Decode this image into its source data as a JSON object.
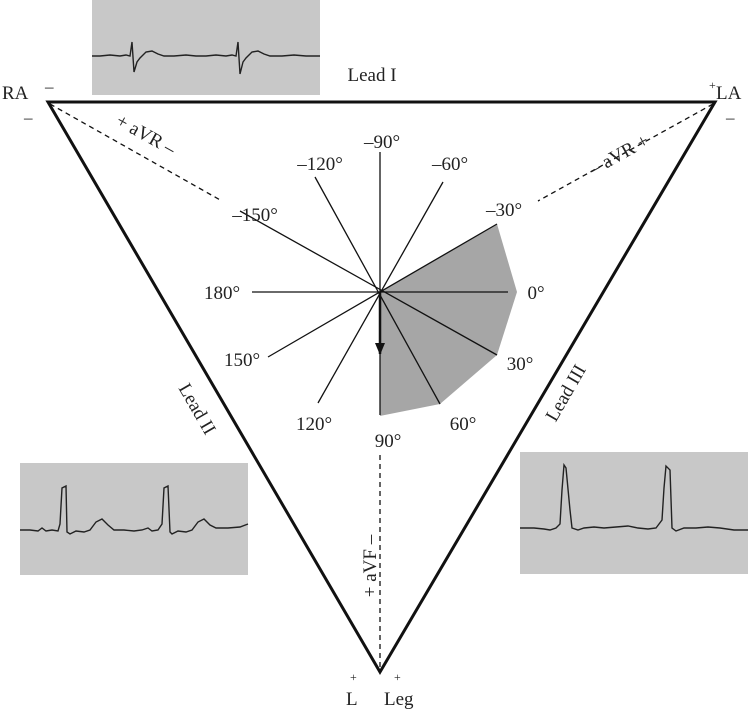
{
  "colors": {
    "ink": "#111111",
    "sector": "#a6a6a6",
    "panel": "#c8c8c8",
    "trace": "#222222"
  },
  "vertices": {
    "ra": {
      "label": "RA",
      "sign_top": "–",
      "sign_bottom": "–"
    },
    "la": {
      "label": "LA",
      "sign_top": "+",
      "sign_bottom": "–"
    },
    "leg": {
      "left_label": "L",
      "right_label": "Leg",
      "left_sign": "+",
      "right_sign": "+"
    }
  },
  "leads": {
    "lead_i": "Lead I",
    "lead_ii": "Lead II",
    "lead_iii": "Lead III",
    "avr_left": "+ aVR –",
    "avr_right": "– aVR +",
    "avf": "+ aVF –"
  },
  "angles": [
    {
      "deg": -90,
      "label": "–90°"
    },
    {
      "deg": -60,
      "label": "–60°"
    },
    {
      "deg": -30,
      "label": "–30°"
    },
    {
      "deg": 0,
      "label": "0°"
    },
    {
      "deg": 30,
      "label": "30°"
    },
    {
      "deg": 60,
      "label": "60°"
    },
    {
      "deg": 90,
      "label": "90°"
    },
    {
      "deg": 120,
      "label": "120°"
    },
    {
      "deg": 150,
      "label": "150°"
    },
    {
      "deg": 180,
      "label": "180°"
    },
    {
      "deg": -150,
      "label": "–150°"
    },
    {
      "deg": -120,
      "label": "–120°"
    }
  ],
  "normal_axis_range": [
    -30,
    90
  ],
  "mean_axis_deg": 90,
  "ecg_strips": [
    {
      "lead": "Lead I"
    },
    {
      "lead": "Lead II"
    },
    {
      "lead": "Lead III"
    }
  ]
}
